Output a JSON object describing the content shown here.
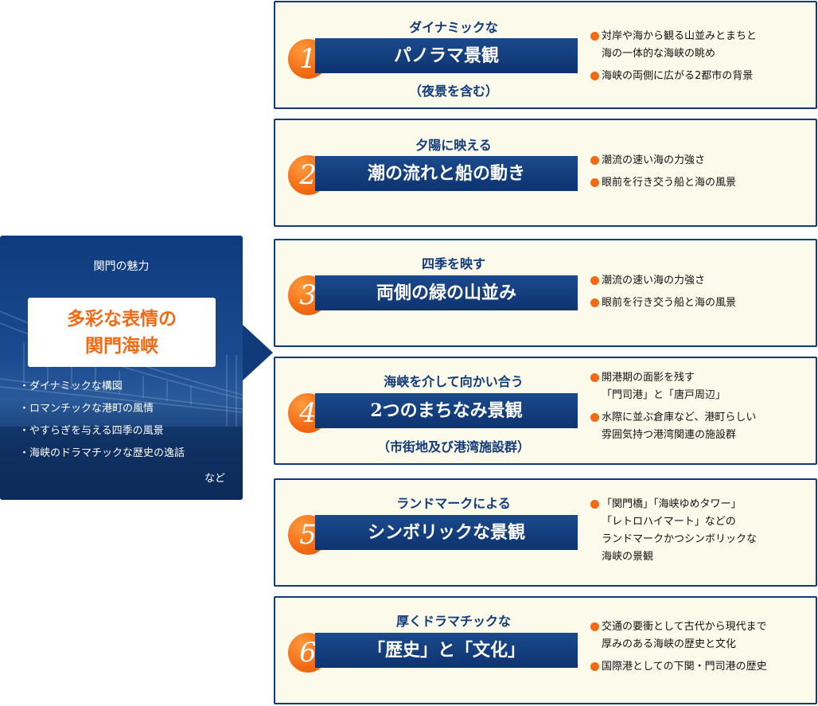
{
  "left_panel": {
    "caption": "関門の魅力",
    "title_lines": [
      "多彩な表情の",
      "関門海峡"
    ],
    "items": [
      "ダイナミックな構図",
      "ロマンチックな港町の風情",
      "やすらぎを与える四季の風景",
      "海峡のドラマチックな歴史の逸話"
    ],
    "etc": "など"
  },
  "cards": [
    {
      "number": "1",
      "subtitle": "ダイナミックな",
      "main": "パノラマ景観",
      "note": "（夜景を含む）",
      "points": [
        [
          "対岸や海から観る山並みとまちと",
          "海の一体的な海峡の眺め"
        ],
        [
          "海峡の両側に広がる2都市の背景"
        ]
      ]
    },
    {
      "number": "2",
      "subtitle": "夕陽に映える",
      "main": "潮の流れと船の動き",
      "note": "",
      "points": [
        [
          "潮流の速い海の力強さ"
        ],
        [
          "眼前を行き交う船と海の風景"
        ]
      ]
    },
    {
      "number": "3",
      "subtitle": "四季を映す",
      "main": "両側の緑の山並み",
      "note": "",
      "points": [
        [
          "潮流の速い海の力強さ"
        ],
        [
          "眼前を行き交う船と海の風景"
        ]
      ]
    },
    {
      "number": "4",
      "subtitle": "海峡を介して向かい合う",
      "main": "2つのまちなみ景観",
      "note": "（市街地及び港湾施設群）",
      "points": [
        [
          "開港期の面影を残す",
          "「門司港」と「唐戸周辺」"
        ],
        [
          "水際に並ぶ倉庫など、港町らしい",
          "雰囲気持つ港湾関連の施設群"
        ]
      ]
    },
    {
      "number": "5",
      "subtitle": "ランドマークによる",
      "main": "シンボリックな景観",
      "note": "",
      "points": [
        [
          "「関門橋」「海峡ゆめタワー」",
          "「レトロハイマート」などの",
          "ランドマークかつシンボリックな",
          "海峡の景観"
        ]
      ]
    },
    {
      "number": "6",
      "subtitle": "厚くドラマチックな",
      "main": "「歴史」と「文化」",
      "note": "",
      "points": [
        [
          "交通の要衝として古代から現代まで",
          "厚みのある海峡の歴史と文化"
        ],
        [
          "国際港としての下関・門司港の歴史"
        ]
      ]
    }
  ],
  "colors": {
    "navy": "#113a7b",
    "orange": "#f26a13",
    "card_bg": "#fbfaeb"
  }
}
